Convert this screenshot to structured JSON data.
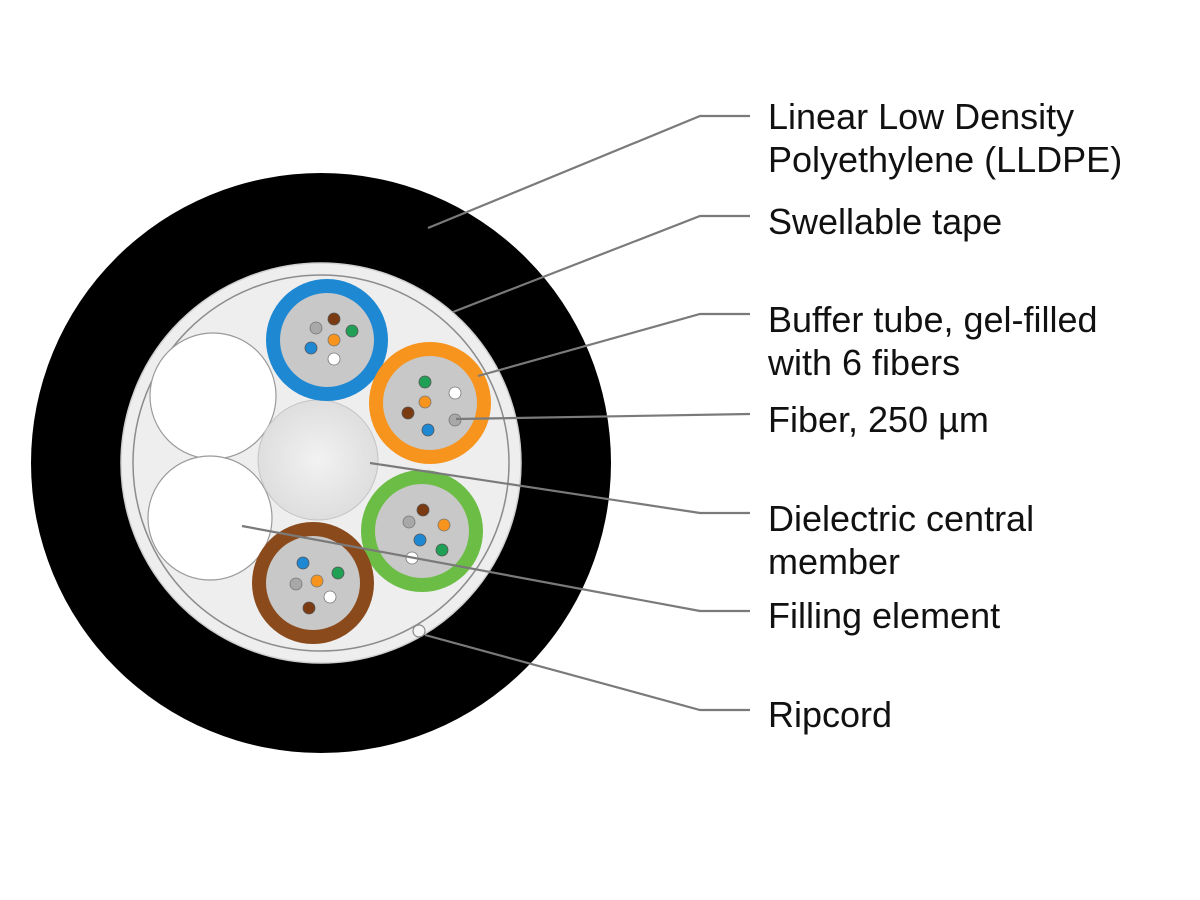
{
  "labels": {
    "jacket_line1": "Linear Low Density",
    "jacket_line2": "Polyethylene (LLDPE)",
    "swellable_tape": "Swellable tape",
    "buffer_tube_line1": "Buffer tube, gel-filled",
    "buffer_tube_line2": "with 6 fibers",
    "fiber": "Fiber, 250 µm",
    "central_member_line1": "Dielectric central",
    "central_member_line2": "member",
    "filling_element": "Filling element",
    "ripcord": "Ripcord"
  },
  "colors": {
    "jacket": "#000000",
    "tape": "#eeeeee",
    "tube_blue": "#1e88d2",
    "tube_orange": "#f7941d",
    "tube_green": "#6cbd45",
    "tube_brown": "#8b4a1c",
    "gel": "#c8c8c8",
    "fiber_blue": "#1e88d2",
    "fiber_orange": "#f7941d",
    "fiber_green": "#1fa055",
    "fiber_brown": "#7a3b12",
    "fiber_slate": "#a8a8a8",
    "fiber_white": "#ffffff",
    "leader_line": "#7a7a7a"
  }
}
